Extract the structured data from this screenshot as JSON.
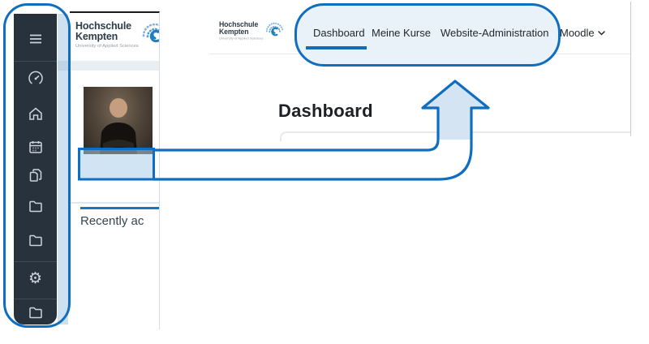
{
  "brand": {
    "name_line1": "Hochschule",
    "name_line2": "Kempten",
    "subtitle": "University of Applied Sciences"
  },
  "colors": {
    "annotation_blue": "#0f6ec0",
    "annotation_arrow_fill": "#d5e4f2",
    "nav_highlight_fill": "#e9f1f9",
    "sidebar_bg": "#28323d",
    "active_tab_underline": "#0f6cbf",
    "old_ui_accent_line": "#1478c8"
  },
  "old_ui": {
    "sidebar_icons": [
      "menu-icon",
      "gauge-icon",
      "home-icon",
      "calendar-icon",
      "files-icon",
      "folder-icon",
      "folder-icon",
      "gear-icon",
      "folder-icon"
    ],
    "recently_heading": "Recently ac"
  },
  "new_ui": {
    "nav_items": [
      {
        "label": "Dashboard",
        "active": true
      },
      {
        "label": "Meine Kurse",
        "active": false
      },
      {
        "label": "Website-Administration",
        "active": false
      },
      {
        "label": "Moodle",
        "active": false,
        "has_dropdown": true
      }
    ],
    "page_title": "Dashboard"
  }
}
